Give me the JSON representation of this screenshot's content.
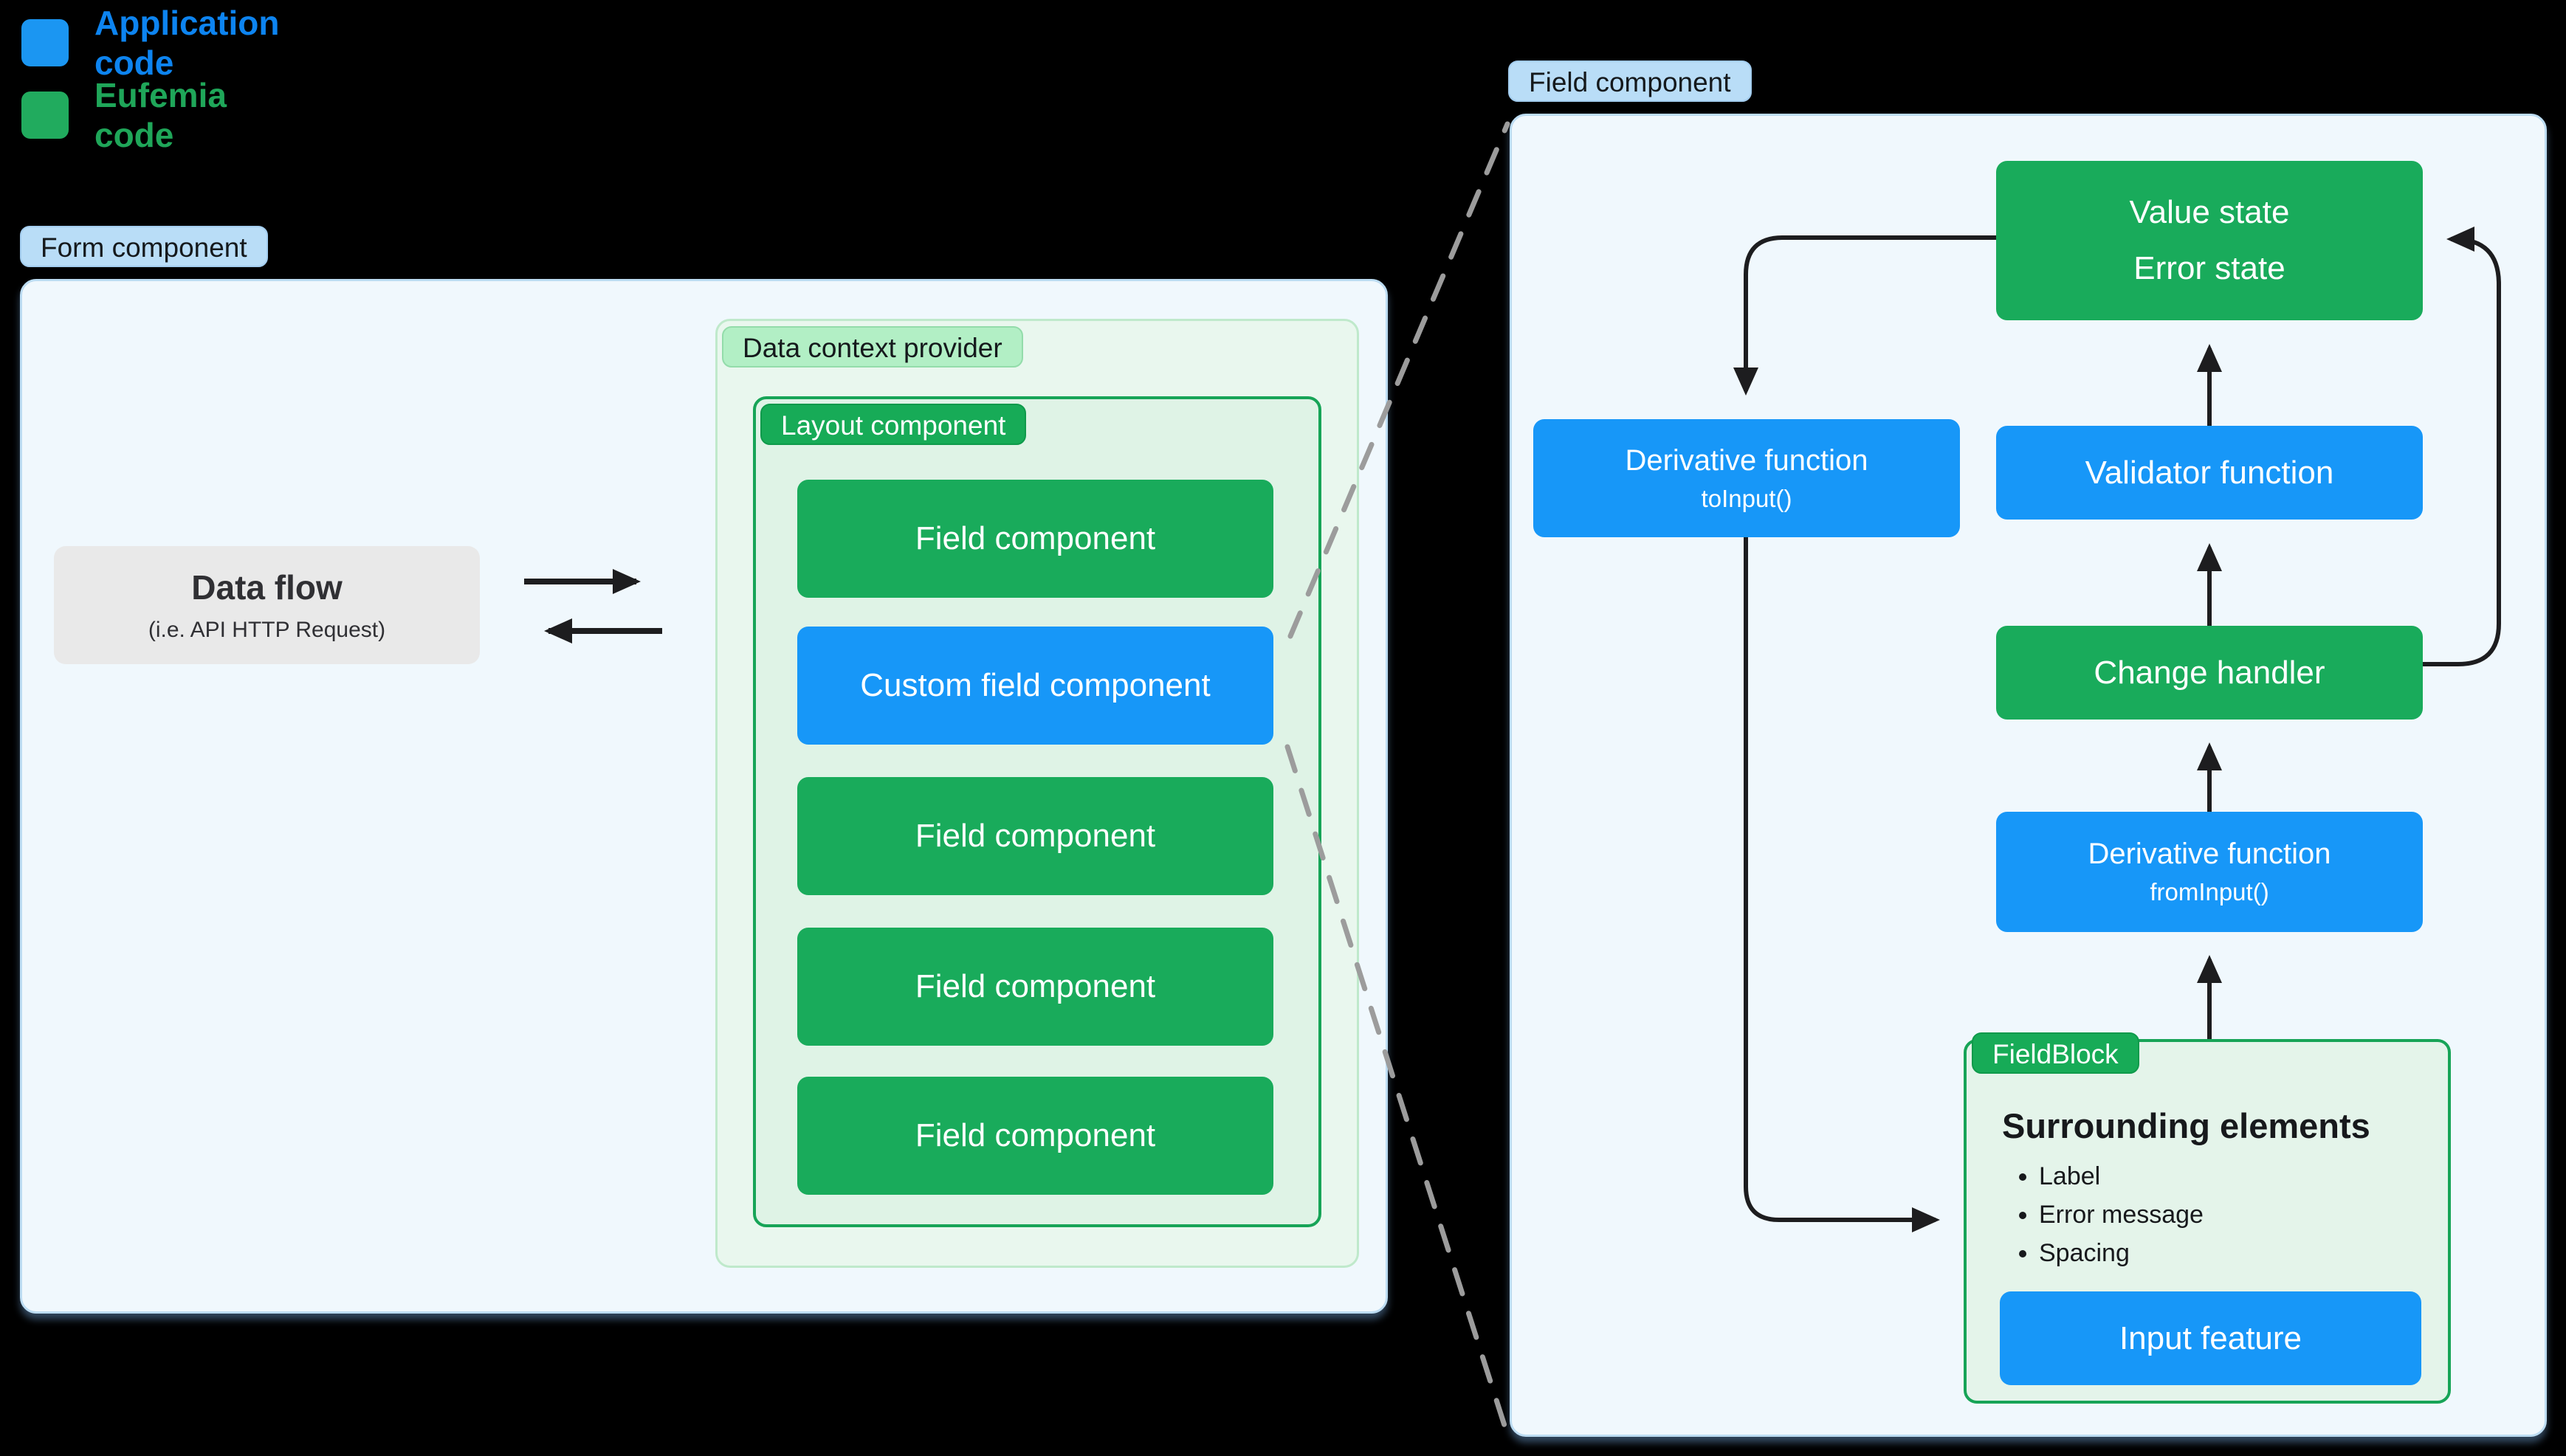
{
  "legend": {
    "items": [
      {
        "label": "Application code",
        "swatch": "blue-square",
        "color": "#1b96f2"
      },
      {
        "label": "Eufemia code",
        "swatch": "green-square",
        "color": "#21ab5e"
      }
    ]
  },
  "left_diagram": {
    "badge": "Form component",
    "data_flow": {
      "title": "Data flow",
      "subtitle": "(i.e. API HTTP Request)"
    },
    "data_context": {
      "badge": "Data context provider"
    },
    "layout": {
      "badge": "Layout component",
      "fields": [
        {
          "label": "Field component",
          "type": "eufemia"
        },
        {
          "label": "Custom field component",
          "type": "application"
        },
        {
          "label": "Field component",
          "type": "eufemia"
        },
        {
          "label": "Field component",
          "type": "eufemia"
        },
        {
          "label": "Field component",
          "type": "eufemia"
        }
      ]
    }
  },
  "right_diagram": {
    "badge": "Field component",
    "nodes": {
      "value_state": {
        "line1": "Value state",
        "line2": "Error state"
      },
      "to_input": {
        "title": "Derivative function",
        "subtitle": "toInput()"
      },
      "validator": {
        "label": "Validator function"
      },
      "change_handler": {
        "label": "Change handler"
      },
      "from_input": {
        "title": "Derivative function",
        "subtitle": "fromInput()"
      },
      "field_block": {
        "badge": "FieldBlock",
        "heading": "Surrounding elements",
        "bullets": [
          "Label",
          "Error message",
          "Spacing"
        ],
        "input_label": "Input feature"
      }
    }
  },
  "colors": {
    "application_blue": "#1797f8",
    "eufemia_green": "#19ab5b",
    "legend_blue_text": "#0d84f0",
    "legend_green_text": "#1fa659",
    "badge_blue_bg": "#b9ddf7",
    "badge_green_bg": "#b2efc5",
    "panel_bg": "#f0f8fd",
    "data_context_bg": "#e9f7ee",
    "layout_bg": "#dff3e6",
    "gray_box_bg": "#e9e9e9",
    "arrow_black": "#1d1d1f",
    "dashed_gray": "#9c9c9c"
  }
}
